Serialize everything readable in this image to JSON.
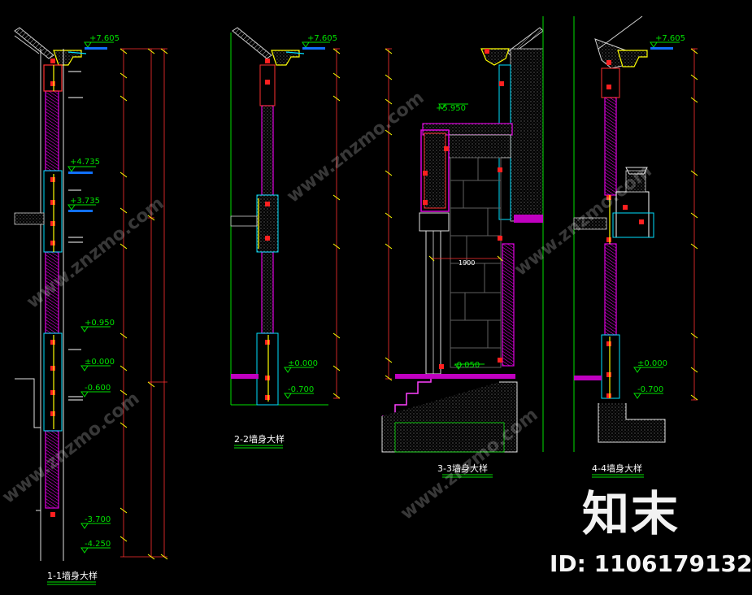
{
  "sections": [
    {
      "title": "1-1墙身大样",
      "levels": [
        "+7.605",
        "+4.735",
        "+3.735",
        "+0.950",
        "±0.000",
        "-0.600",
        "-3.700",
        "-4.250"
      ]
    },
    {
      "title": "2-2墙身大样",
      "levels": [
        "+7.605",
        "±0.000",
        "-0.700"
      ]
    },
    {
      "title": "3-3墙身大样",
      "levels": [
        "+5.950",
        "-0.050"
      ],
      "dims": [
        "1900"
      ]
    },
    {
      "title": "4-4墙身大样",
      "levels": [
        "+7.605",
        "±0.000",
        "-0.700"
      ]
    }
  ],
  "watermark": {
    "logo": "知末",
    "id": "ID: 1106179132",
    "site": "www.znzmo.com"
  },
  "colors": {
    "background": "#000000",
    "wall": "#c000c0",
    "level": "#00e000",
    "dim": "#ff3030",
    "outline": "#e0e0e0",
    "cyan": "#00e0ff",
    "yellow": "#ffff00"
  }
}
